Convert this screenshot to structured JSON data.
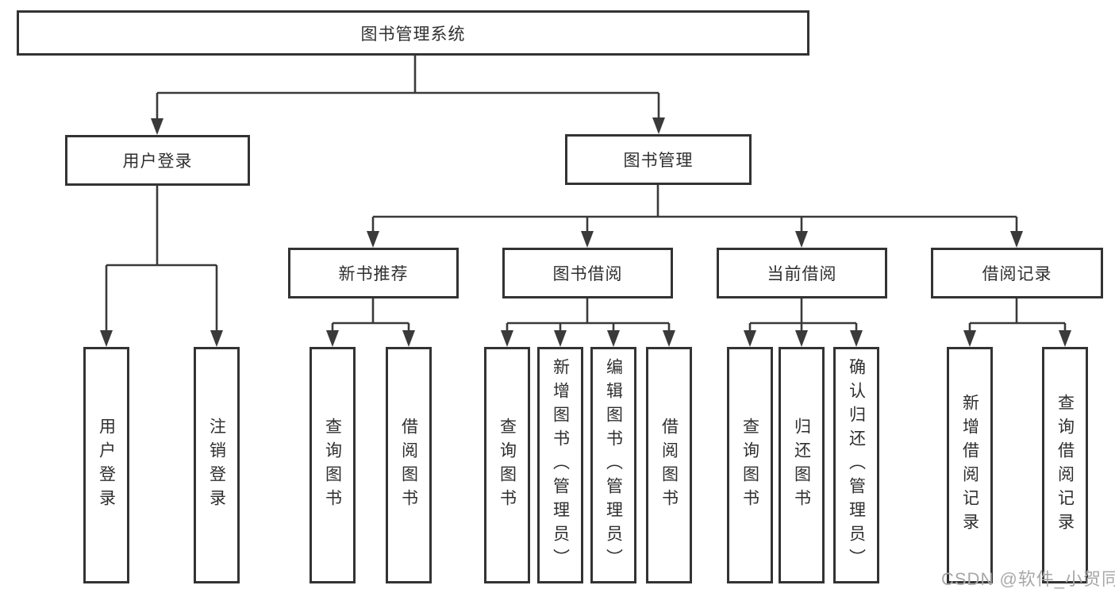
{
  "colors": {
    "line": "#3a3a3a",
    "border": "#333333",
    "text": "#2f2f2f",
    "bg": "#ffffff",
    "watermark": "#a8a8a8"
  },
  "watermark": {
    "text": "CSDN @软件_小贺同学"
  },
  "tree": {
    "root": {
      "label": "图书管理系统"
    },
    "branches": [
      {
        "label": "用户登录",
        "children": [
          {
            "label": "用户登录"
          },
          {
            "label": "注销登录"
          }
        ]
      },
      {
        "label": "图书管理",
        "children": [
          {
            "label": "新书推荐",
            "children": [
              {
                "label": "查询图书"
              },
              {
                "label": "借阅图书"
              }
            ]
          },
          {
            "label": "图书借阅",
            "children": [
              {
                "label": "查询图书"
              },
              {
                "label": "新增图书（管理员）"
              },
              {
                "label": "编辑图书（管理员）"
              },
              {
                "label": "借阅图书"
              }
            ]
          },
          {
            "label": "当前借阅",
            "children": [
              {
                "label": "查询图书"
              },
              {
                "label": "归还图书"
              },
              {
                "label": "确认归还（管理员）"
              }
            ]
          },
          {
            "label": "借阅记录",
            "children": [
              {
                "label": "新增借阅记录"
              },
              {
                "label": "查询借阅记录"
              }
            ]
          }
        ]
      }
    ]
  }
}
